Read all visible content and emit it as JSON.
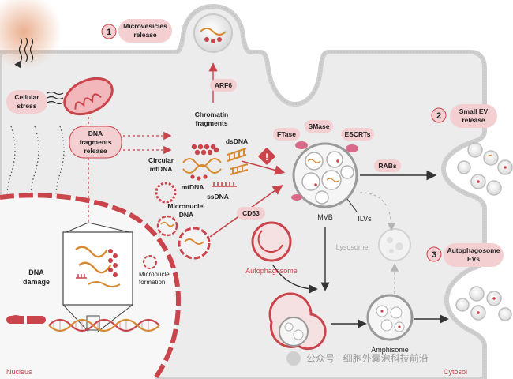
{
  "steps": [
    {
      "num": "1",
      "label_line1": "Microvesicles",
      "label_line2": "release"
    },
    {
      "num": "2",
      "label_line1": "Small EV",
      "label_line2": "release"
    },
    {
      "num": "3",
      "label_line1": "Autophagosome",
      "label_line2": "EVs"
    }
  ],
  "labels": {
    "cellular_stress_1": "Cellular",
    "cellular_stress_2": "stress",
    "dna_fragments_1": "DNA",
    "dna_fragments_2": "fragments",
    "dna_fragments_3": "release",
    "arf6": "ARF6",
    "chromatin_1": "Chromatin",
    "chromatin_2": "fragments",
    "dsdna": "dsDNA",
    "circular_1": "Circular",
    "circular_2": "mtDNA",
    "mtdna": "mtDNA",
    "ssdna": "ssDNA",
    "micronuclei_1": "Micronuclei",
    "micronuclei_2": "DNA",
    "cd63": "CD63",
    "ftase": "FTase",
    "smase": "SMase",
    "escrts": "ESCRTs",
    "rabs": "RABs",
    "mvb": "MVB",
    "ilvs": "ILVs",
    "lysosome": "Lysosome",
    "autophagosome": "Autophagosome",
    "amphisome": "Amphisome",
    "dna_damage_1": "DNA",
    "dna_damage_2": "damage",
    "micronuclei_formation_1": "Micronuclei",
    "micronuclei_formation_2": "formation",
    "nucleus": "Nucleus",
    "cytosol": "Cytosol",
    "watermark": "公众号 · 细胞外囊泡科技前沿"
  },
  "colors": {
    "accent": "#c9444b",
    "pill_fill": "#f4cfd1",
    "cytosol": "#ececec",
    "nucleus": "#f7f7f7",
    "membrane": "#cfcfcf",
    "dna_orange": "#d7892f"
  }
}
